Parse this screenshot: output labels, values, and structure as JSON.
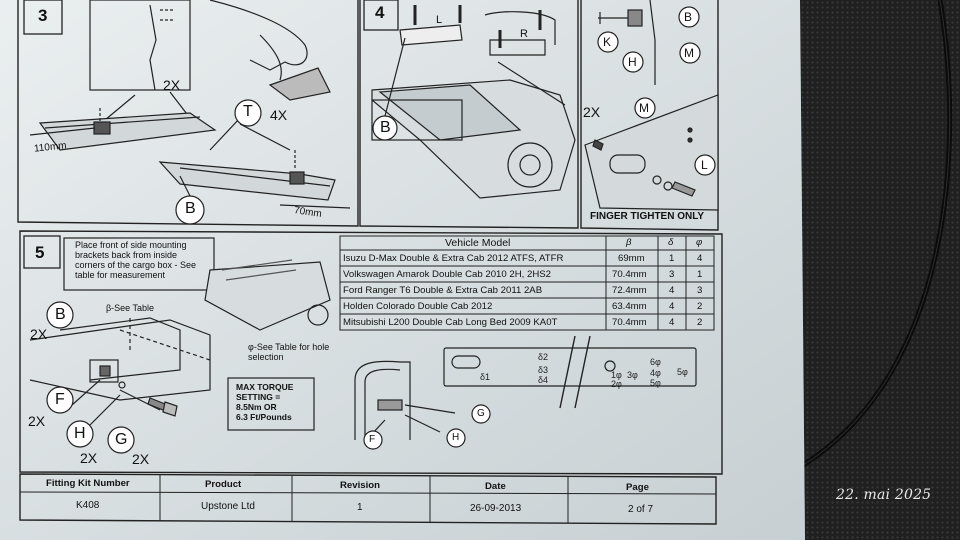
{
  "steps": {
    "s3": "3",
    "s4": "4",
    "s5": "5"
  },
  "step3": {
    "mult_top": "2X",
    "callout_t": "T",
    "mult_t": "4X",
    "dim_left": "110mm",
    "callout_b": "B",
    "dim_right": "70mm"
  },
  "step4": {
    "label_l": "L",
    "label_r": "R",
    "callout_b": "B",
    "mult": "2X"
  },
  "step4b": {
    "k": "K",
    "b": "B",
    "h": "H",
    "m": "M",
    "m2": "M",
    "l": "L",
    "finger": "FINGER TIGHTEN ONLY"
  },
  "step5": {
    "note": [
      "Place front of side mounting",
      "brackets back from inside",
      "corners of the cargo box - See",
      "table for measurement"
    ],
    "beta_note": "β-See Table",
    "phi_note": [
      "φ-See Table for hole",
      "selection"
    ],
    "torque": [
      "MAX TORQUE",
      "SETTING =",
      "8.5Nm OR",
      "6.3 Ft/Pounds"
    ],
    "callouts": {
      "b": "B",
      "f": "F",
      "h": "H",
      "g": "G"
    },
    "mults": {
      "b": "2X",
      "f": "2X",
      "h": "2X",
      "g": "2X"
    },
    "detail": {
      "g": "G",
      "f": "F",
      "h": "H"
    }
  },
  "vehicle_table": {
    "headers": [
      "Vehicle Model",
      "β",
      "δ",
      "φ"
    ],
    "rows": [
      [
        "Isuzu D-Max Double & Extra Cab 2012 ATFS, ATFR",
        "69mm",
        "1",
        "4"
      ],
      [
        "Volkswagen Amarok Double Cab 2010 2H, 2HS2",
        "70.4mm",
        "3",
        "1"
      ],
      [
        "Ford Ranger T6 Double & Extra Cab  2011 2AB",
        "72.4mm",
        "4",
        "3"
      ],
      [
        "Holden Colorado Double Cab 2012",
        "63.4mm",
        "4",
        "2"
      ],
      [
        "Mitsubishi L200 Double Cab Long Bed 2009 KA0T",
        "70.4mm",
        "4",
        "2"
      ]
    ]
  },
  "holes": {
    "d1": "δ1",
    "d2": "δ2",
    "d3": "δ3",
    "d4": "δ4",
    "p1": "1φ",
    "p2": "2φ",
    "p3": "3φ",
    "p4": "4φ",
    "p5": "5φ",
    "p6": "6φ",
    "p5b": "5φ"
  },
  "footer": {
    "headers": [
      "Fitting Kit Number",
      "Product",
      "Revision",
      "Date",
      "Page"
    ],
    "values": [
      "K408",
      "Upstone Ltd",
      "1",
      "26-09-2013",
      "2 of 7"
    ]
  },
  "date_stamp": "22. mai 2025"
}
